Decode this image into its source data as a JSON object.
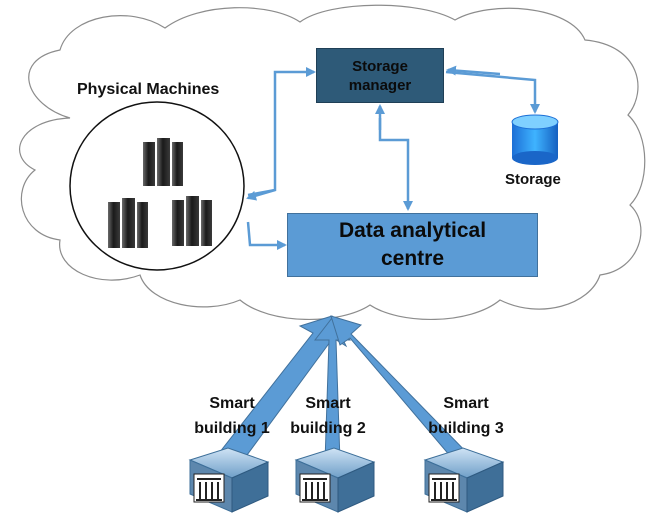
{
  "physical_machines": {
    "label": "Physical Machines"
  },
  "storage_manager": {
    "line1": "Storage",
    "line2": "manager",
    "color": "#2e5a78"
  },
  "storage": {
    "label": "Storage",
    "color": "#1e90ff"
  },
  "data_centre": {
    "line1": "Data analytical",
    "line2": "centre",
    "color": "#5b9bd5"
  },
  "smart_buildings": [
    {
      "line1": "Smart",
      "line2": "building 1"
    },
    {
      "line1": "Smart",
      "line2": "building 2"
    },
    {
      "line1": "Smart",
      "line2": "building 3"
    }
  ],
  "colors": {
    "arrow": "#5b9bd5",
    "cloud_stroke": "#8c8c8c"
  }
}
